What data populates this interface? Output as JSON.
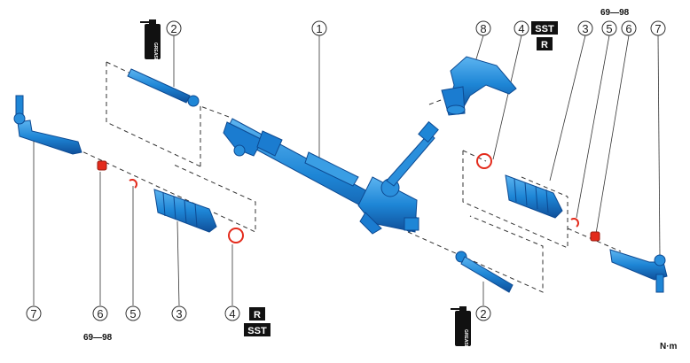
{
  "callouts": {
    "c1": "1",
    "c2a": "2",
    "c2b": "2",
    "c3a": "3",
    "c3b": "3",
    "c4a": "4",
    "c4b": "4",
    "c5a": "5",
    "c5b": "5",
    "c6a": "6",
    "c6b": "6",
    "c7a": "7",
    "c7b": "7",
    "c8": "8"
  },
  "badges": {
    "sst": "SST",
    "r": "R"
  },
  "torque": {
    "value": "69—98",
    "units": "N·m"
  },
  "grease_label": "GREASE",
  "colors": {
    "part_blue": "#1e86d6",
    "part_dark": "#0f4f9a",
    "ring_red": "#e32b1c",
    "badge": "#111111"
  }
}
